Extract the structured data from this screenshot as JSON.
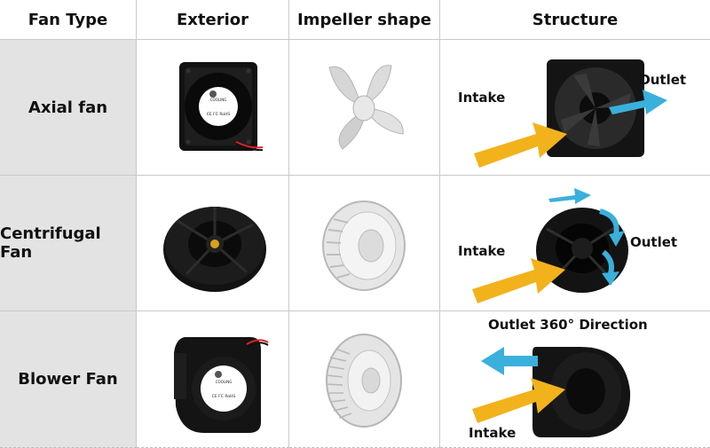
{
  "table": {
    "headers": [
      "Fan Type",
      "Exterior",
      "Impeller shape",
      "Structure"
    ],
    "rows": [
      {
        "type": "Axial fan",
        "structure_labels": {
          "intake": "Intake",
          "outlet": "Outlet"
        }
      },
      {
        "type": "Centrifugal Fan",
        "structure_labels": {
          "intake": "Intake",
          "outlet": "Outlet"
        }
      },
      {
        "type": "Blower Fan",
        "structure_labels": {
          "intake": "Intake",
          "outlet": "Outlet 360°  Direction"
        }
      }
    ]
  },
  "product_label": {
    "brand": "COOLING",
    "certs": "CE FC RoHS"
  },
  "colors": {
    "intake_arrow": "#f2b21b",
    "outlet_arrow": "#3ab0dc",
    "type_cell_bg": "#e3e3e3",
    "fan_body": "#151515",
    "impeller": "#d8d8d8"
  },
  "icons": [
    "intake-arrow-icon",
    "outlet-arrow-icon"
  ]
}
